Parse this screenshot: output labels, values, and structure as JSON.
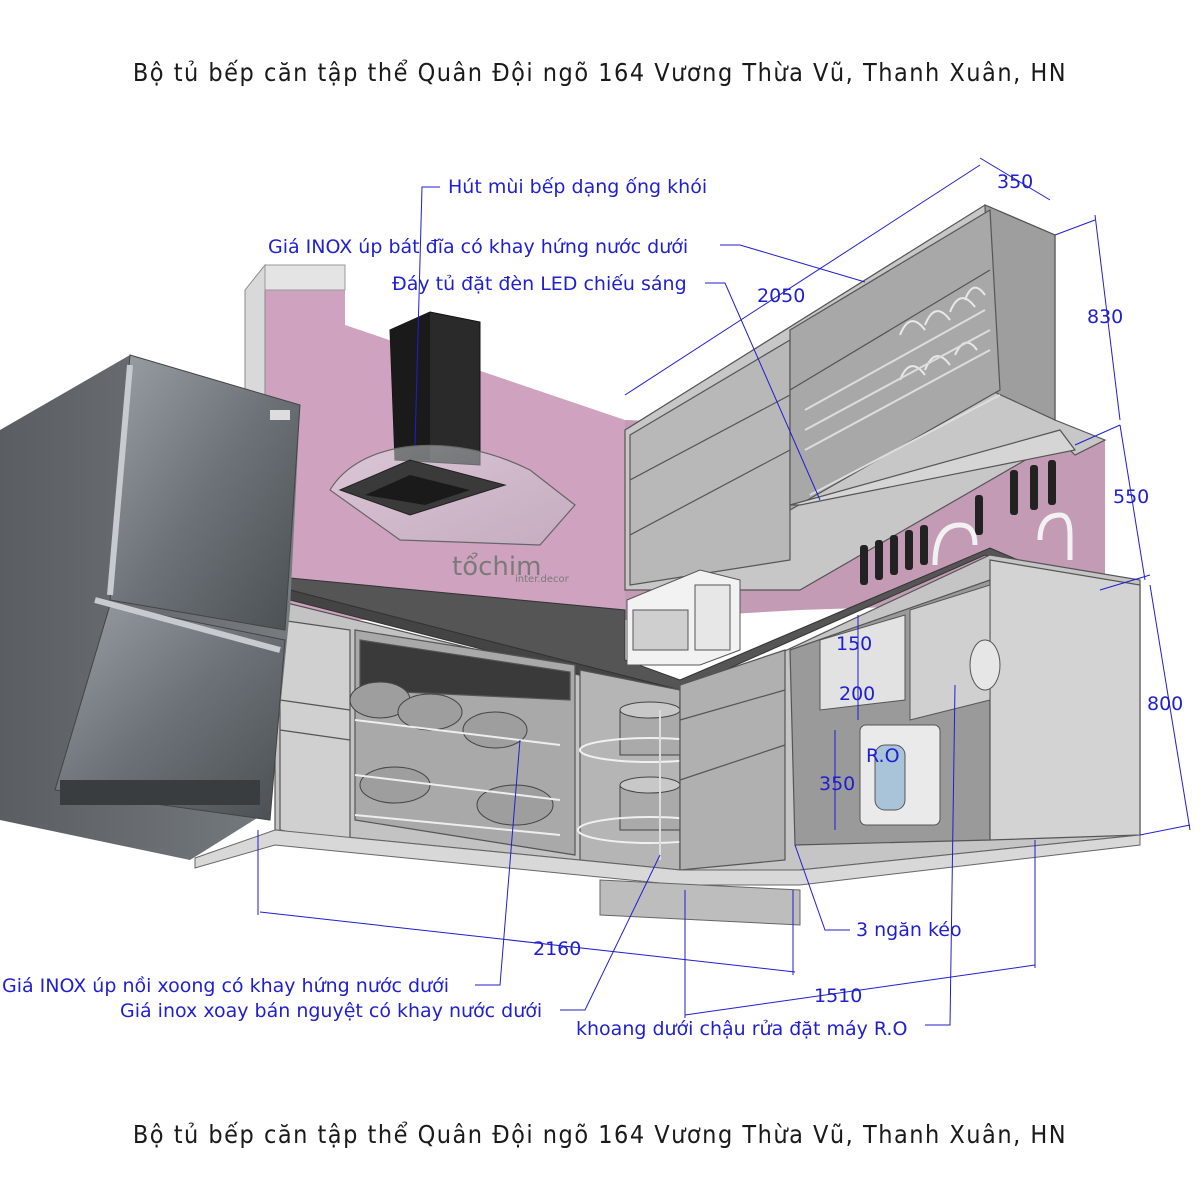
{
  "title_top": "Bộ tủ bếp căn tập thể Quân Đội ngõ 164 Vương Thừa Vũ, Thanh Xuân, HN",
  "title_bottom": "Bộ tủ bếp căn tập thể Quân Đội ngõ 164 Vương Thừa Vũ, Thanh Xuân, HN",
  "logo": {
    "main": "tổchim",
    "sub": "inter.decor"
  },
  "labels": {
    "hood": "Hút mùi bếp dạng ống khói",
    "dish_rack": "Giá INOX úp bát đĩa có khay hứng nước dưới",
    "led": "Đáy tủ đặt đèn LED chiếu sáng",
    "pot_rack": "Giá INOX úp nồi xoong có khay hứng nước dưới",
    "swivel_rack": "Giá inox xoay bán nguyệt có khay nước dưới",
    "drawers": "3 ngăn kéo",
    "ro_space": "khoang dưới chậu rửa đặt máy R.O",
    "ro_unit": "R.O"
  },
  "dimensions": {
    "upper_depth": "350",
    "upper_width": "2050",
    "upper_height": "830",
    "backsplash": "550",
    "base_height": "800",
    "left_run": "2160",
    "right_run": "1510",
    "sink_depth": "150",
    "sink_height": "200",
    "ro_clearance": "350"
  },
  "colors": {
    "wall": "#cfa3bf",
    "cabinet": "#bdbdbd",
    "cabinet_dark": "#8f8f8f",
    "annotation": "#1f1fd0",
    "fridge": "#6f7478"
  }
}
